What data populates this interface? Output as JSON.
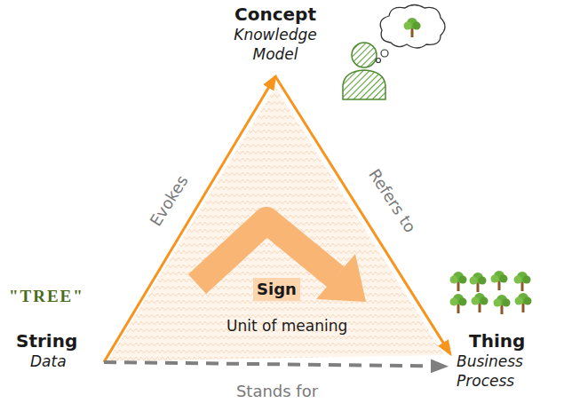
{
  "diagram": {
    "nodes": [
      {
        "text": [
          "Concept",
          "Knowledge Model"
        ]
      },
      {
        "text": [
          "Sign",
          "Unit of meaning"
        ]
      },
      {
        "text": [
          "String",
          "Data"
        ]
      },
      {
        "text": [
          "Thing",
          "Business Process"
        ]
      }
    ],
    "edges": [
      {
        "from": 2,
        "to": 0,
        "label": "Evokes",
        "arrow": "to"
      },
      {
        "from": 0,
        "to": 3,
        "label": "Refers to",
        "arrow": "to"
      },
      {
        "from": 2,
        "to": 3,
        "label": "Stands for",
        "arrow": "to"
      }
    ],
    "labels": [
      "\"TREE\""
    ]
  }
}
